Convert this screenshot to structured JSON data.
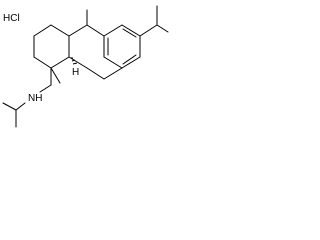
{
  "structure": {
    "salt_label": "HCl",
    "amine_label": "NH",
    "stereo_labels": [
      {
        "name": "stereo-h-label",
        "text": "H"
      }
    ],
    "line_color": "#000000",
    "background": "#ffffff"
  }
}
